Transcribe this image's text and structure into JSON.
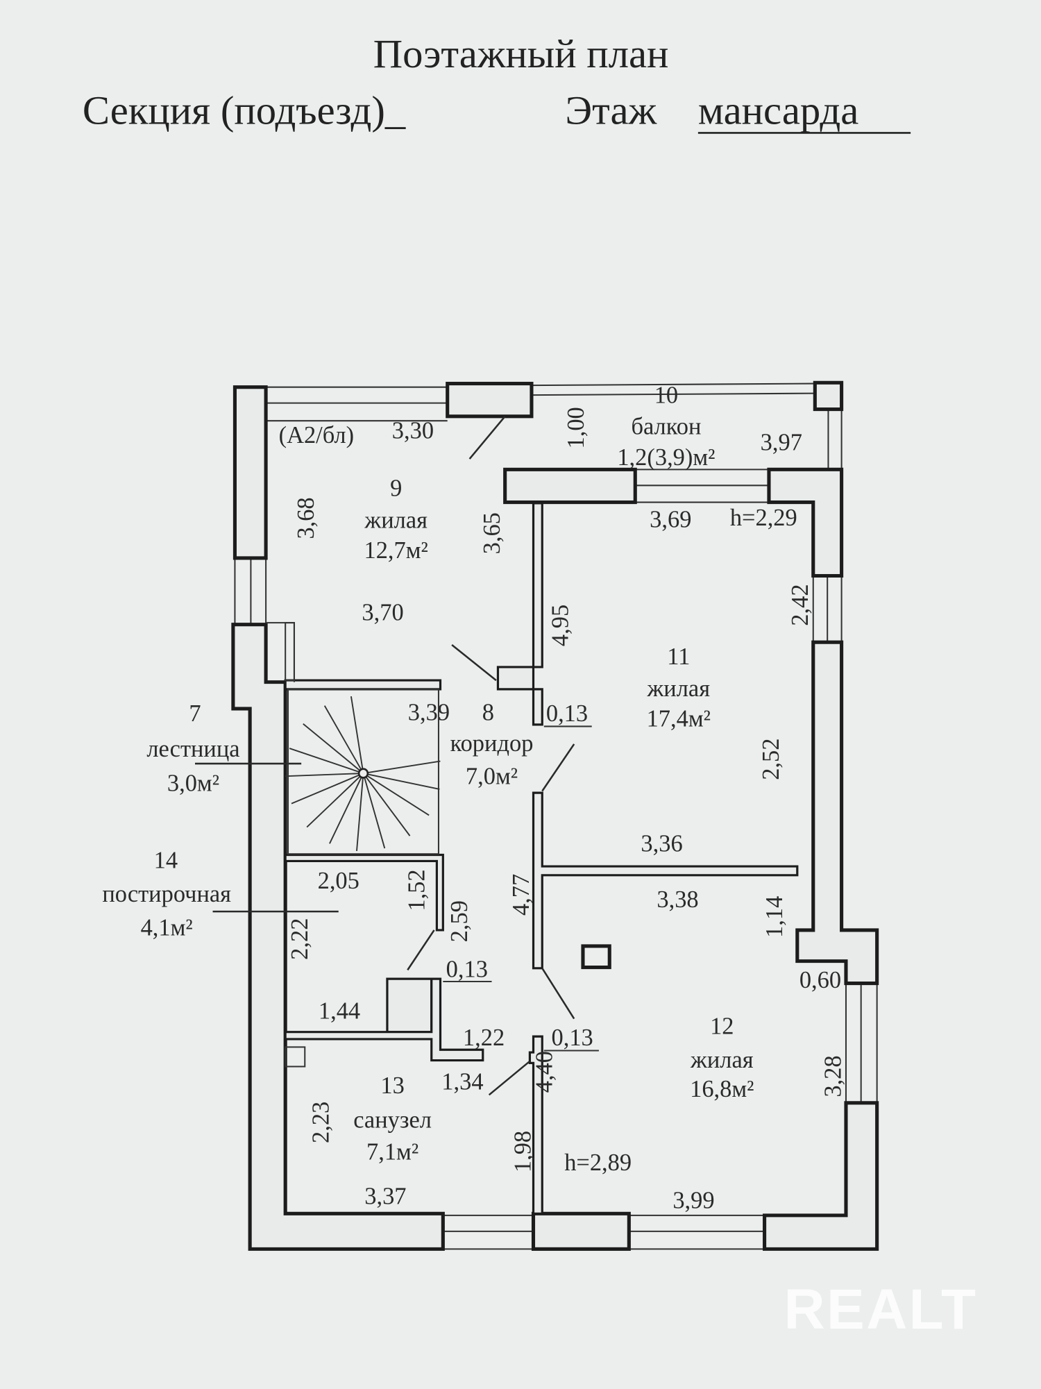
{
  "header": {
    "title": "Поэтажный план",
    "section_label": "Секция (подъезд)_",
    "floor_label": "Этаж",
    "floor_value": "мансарда"
  },
  "rooms": {
    "r7": {
      "num": "7",
      "name": "лестница",
      "area": "3,0м²"
    },
    "r8": {
      "num": "8",
      "name": "коридор",
      "area": "7,0м²"
    },
    "r9": {
      "num": "9",
      "name": "жилая",
      "area": "12,7м²"
    },
    "r10": {
      "num": "10",
      "name": "балкон",
      "area": "1,2(3,9)м²"
    },
    "r11": {
      "num": "11",
      "name": "жилая",
      "area": "17,4м²"
    },
    "r12": {
      "num": "12",
      "name": "жилая",
      "area": "16,8м²"
    },
    "r13": {
      "num": "13",
      "name": "санузел",
      "area": "7,1м²"
    },
    "r14": {
      "num": "14",
      "name": "постирочная",
      "area": "4,1м²"
    }
  },
  "notes": {
    "code": "(А2/бл)",
    "h1": "h=2,29",
    "h2": "h=2,89"
  },
  "dims": [
    "3,30",
    "1,00",
    "3,97",
    "3,68",
    "3,65",
    "3,69",
    "2,42",
    "3,70",
    "4,95",
    "3,39",
    "0,13",
    "2,52",
    "3,36",
    "2,05",
    "1,52",
    "2,59",
    "4,77",
    "3,38",
    "1,14",
    "2,22",
    "0,13",
    "0,60",
    "1,44",
    "1,22",
    "0,13",
    "1,34",
    "4,40",
    "3,28",
    "2,23",
    "1,98",
    "3,37",
    "3,99"
  ],
  "watermark": "REALT"
}
